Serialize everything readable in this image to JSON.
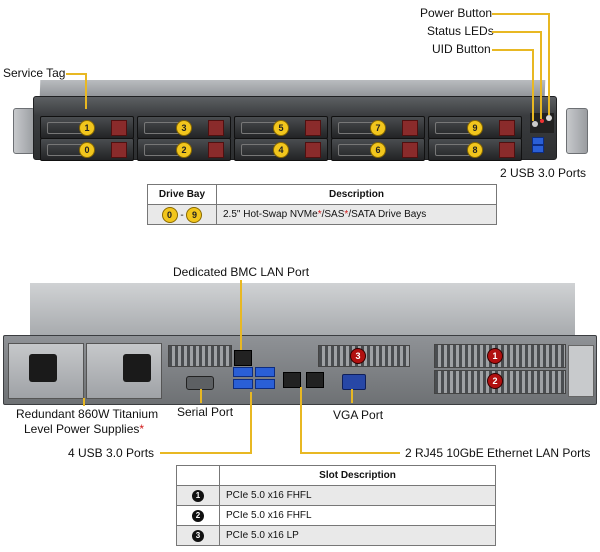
{
  "front": {
    "labels": {
      "service_tag": "Service Tag",
      "power_button": "Power Button",
      "status_leds": "Status LEDs",
      "uid_button": "UID Button",
      "usb_ports": "2 USB 3.0 Ports"
    },
    "bays_top": [
      "1",
      "3",
      "5",
      "7",
      "9"
    ],
    "bays_bottom": [
      "0",
      "2",
      "4",
      "6",
      "8"
    ],
    "table": {
      "col1": "Drive Bay",
      "col2": "Description",
      "range_from": "0",
      "range_sep": "-",
      "range_to": "9",
      "desc_part1": "2.5\" Hot-Swap NVMe",
      "star": "*",
      "desc_part2": "/SAS",
      "desc_part3": "/SATA Drive  Bays"
    }
  },
  "rear": {
    "labels": {
      "bmc": "Dedicated BMC LAN Port",
      "psu_line1": "Redundant  860W Titanium",
      "psu_line2": "Level Power Supplies",
      "psu_star": "*",
      "serial": "Serial Port",
      "vga": "VGA Port",
      "usb": "4 USB 3.0 Ports",
      "rj45": "2 RJ45  10GbE Ethernet  LAN Ports"
    },
    "slot_badges": [
      "1",
      "2",
      "3"
    ],
    "table": {
      "header": "Slot Description",
      "rows": [
        {
          "num": "1",
          "desc": "PCIe 5.0 x16 FHFL"
        },
        {
          "num": "2",
          "desc": "PCIe 5.0 x16 FHFL"
        },
        {
          "num": "3",
          "desc": "PCIe 5.0 x16 LP"
        }
      ]
    }
  },
  "colors": {
    "leader": "#e8b823",
    "bay_badge": "#f2c61d",
    "slot_badge": "#b11010",
    "usb": "#2a5fd6"
  }
}
